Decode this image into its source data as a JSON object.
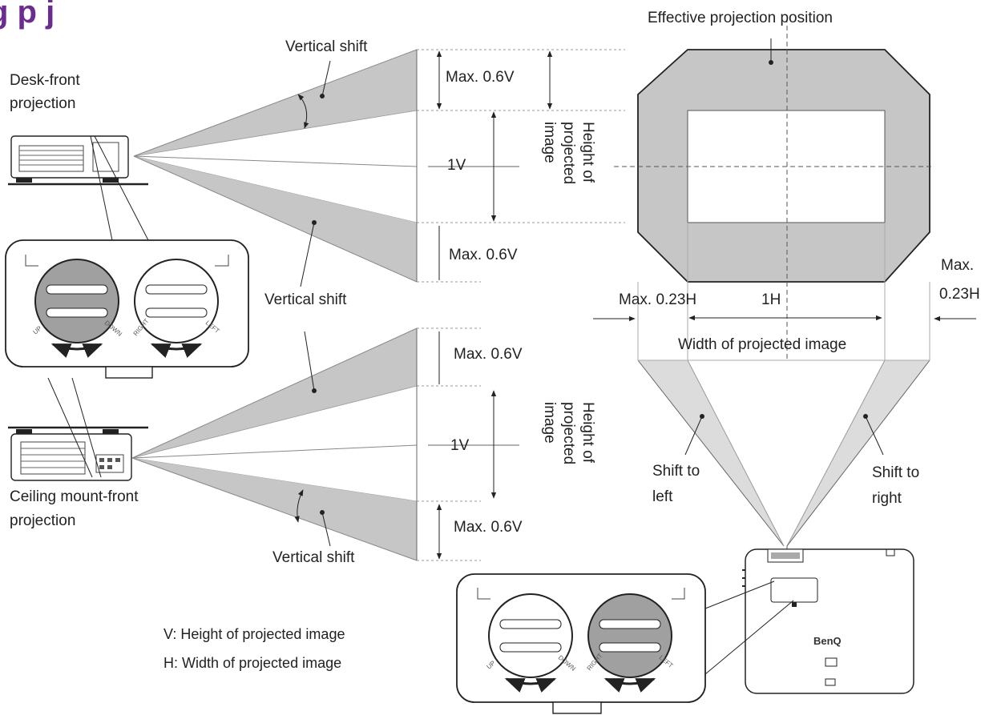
{
  "colors": {
    "title": "#6a2c8f",
    "shade": "#c6c6c6",
    "shade_dark": "#a0a0a0",
    "line": "#222222"
  },
  "heading_fragment": "g   p  j",
  "labels": {
    "effective_position": "Effective projection position",
    "vertical_shift": "Vertical shift",
    "desk_front_1": "Desk-front",
    "desk_front_2": "projection",
    "ceiling_1": "Ceiling mount-front",
    "ceiling_2": "projection",
    "max06v": "Max. 0.6V",
    "one_v": "1V",
    "height_l1": "Height  of",
    "height_l2": "projected",
    "height_l3": "image",
    "max023h": "Max. 0.23H",
    "max_right_1": "Max.",
    "max_right_2": "0.23H",
    "one_h": "1H",
    "width_projected": "Width of projected image",
    "shift_left_1": "Shift to",
    "shift_left_2": "left",
    "shift_right_1": "Shift to",
    "shift_right_2": "right",
    "legend_v": "V: Height of projected image",
    "legend_h": "H: Width of projected image"
  },
  "dials": {
    "up": "UP",
    "down": "DOWN",
    "right": "RIGHT",
    "left": "LEFT"
  },
  "brand": "BenQ"
}
